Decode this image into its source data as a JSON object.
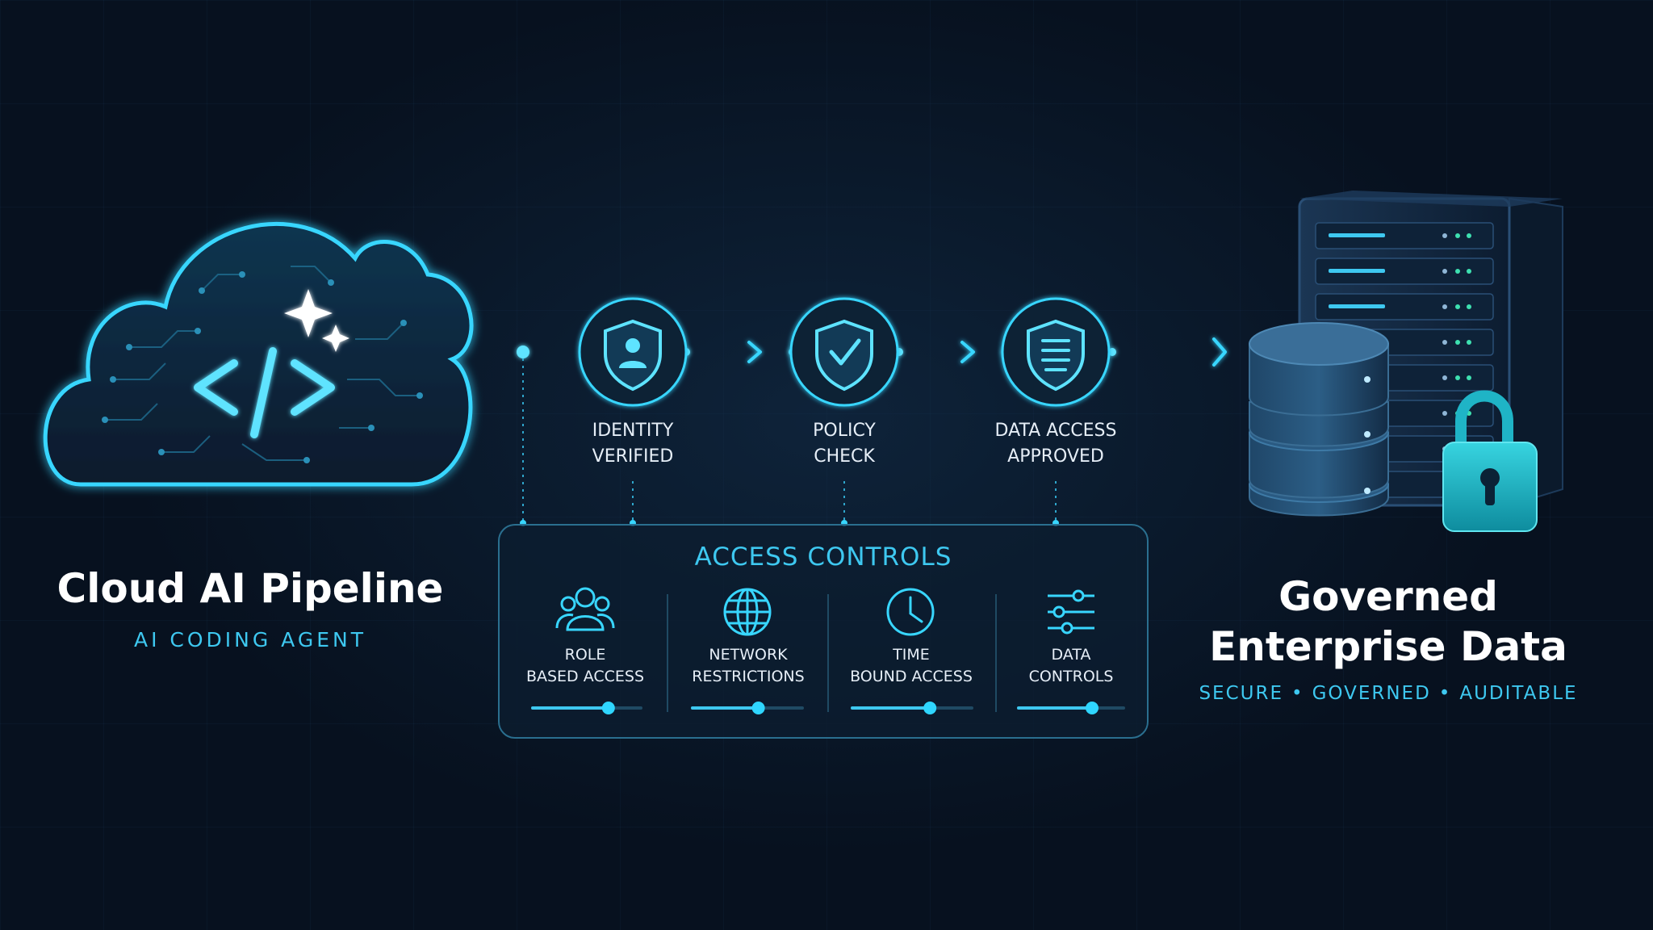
{
  "source": {
    "title": "Cloud AI Pipeline",
    "subtitle": "AI CODING AGENT",
    "icon": "code-icon"
  },
  "steps": [
    {
      "line1": "IDENTITY",
      "line2": "VERIFIED",
      "icon": "shield-user-icon"
    },
    {
      "line1": "POLICY",
      "line2": "CHECK",
      "icon": "shield-check-icon"
    },
    {
      "line1": "DATA ACCESS",
      "line2": "APPROVED",
      "icon": "shield-document-icon"
    }
  ],
  "access_controls": {
    "title": "ACCESS CONTROLS",
    "items": [
      {
        "line1": "ROLE",
        "line2": "BASED ACCESS",
        "icon": "users-icon",
        "level": 0.7
      },
      {
        "line1": "NETWORK",
        "line2": "RESTRICTIONS",
        "icon": "globe-icon",
        "level": 0.6
      },
      {
        "line1": "TIME",
        "line2": "BOUND ACCESS",
        "icon": "clock-icon",
        "level": 0.65
      },
      {
        "line1": "DATA",
        "line2": "CONTROLS",
        "icon": "sliders-icon",
        "level": 0.7
      }
    ]
  },
  "destination": {
    "title_line1": "Governed",
    "title_line2": "Enterprise Data",
    "tags": [
      "SECURE",
      "GOVERNED",
      "AUDITABLE"
    ],
    "icon": "database-lock-icon"
  },
  "colors": {
    "background": "#07111f",
    "accent": "#3ec8f0",
    "glow": "#2fd6ff",
    "node_fill": "#0b2236"
  }
}
